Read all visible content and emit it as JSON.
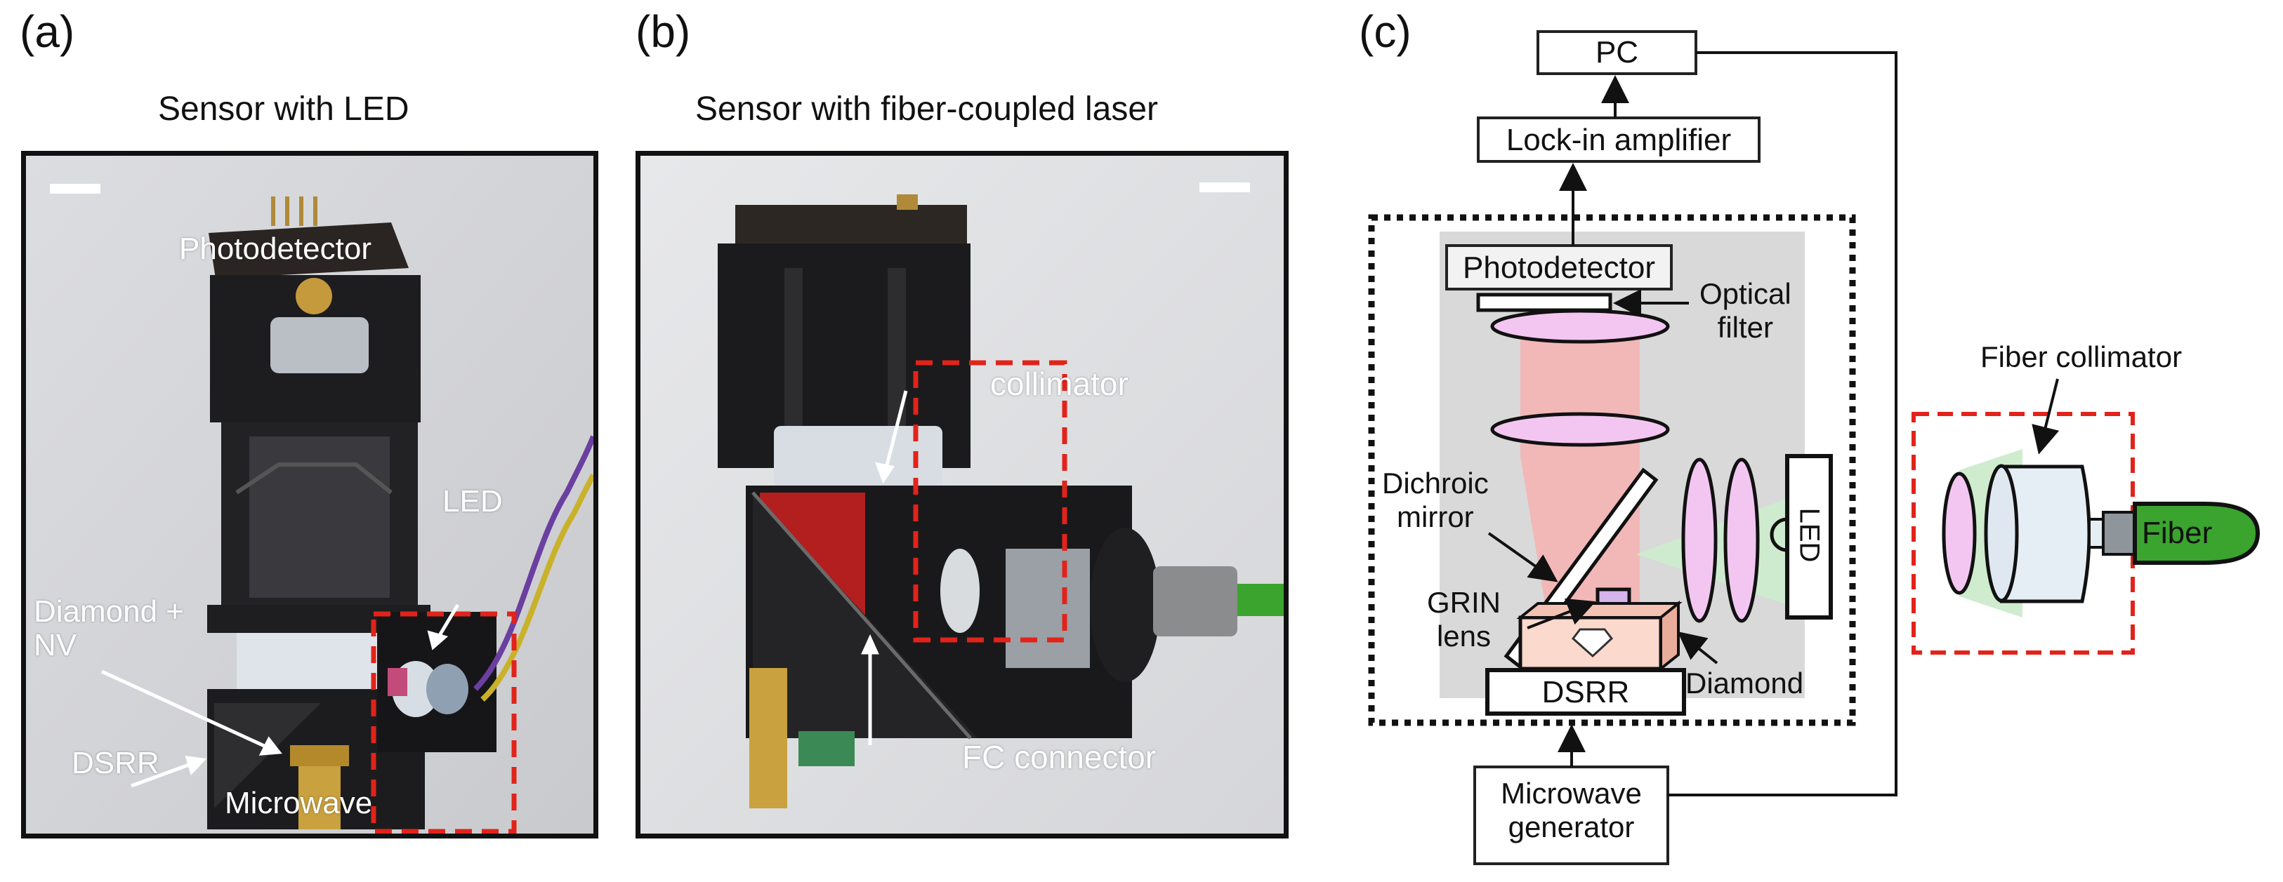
{
  "panel_a": {
    "letter": "(a)",
    "title": "Sensor with LED",
    "labels": {
      "photodetector": "Photodetector",
      "led": "LED",
      "diamond_nv": "Diamond +\nNV",
      "dsrr": "DSRR",
      "microwave": "Microwave"
    }
  },
  "panel_b": {
    "letter": "(b)",
    "title": "Sensor with fiber-coupled laser",
    "labels": {
      "collimator": "collimator",
      "fc_connector": "FC connector"
    }
  },
  "panel_c": {
    "letter": "(c)",
    "pc": "PC",
    "lock_in": "Lock-in amplifier",
    "photodetector": "Photodetector",
    "optical_filter": "Optical\nfilter",
    "dichroic_mirror": "Dichroic\nmirror",
    "grin_lens": "GRIN\nlens",
    "dsrr": "DSRR",
    "diamond": "Diamond",
    "led": "LED",
    "microwave_generator": "Microwave\ngenerator",
    "fiber_collimator": "Fiber collimator",
    "fiber": "Fiber"
  },
  "colors": {
    "red_dash": "#e2231a",
    "fiber_green": "#3aa42e",
    "lens_pink": "#f3c6f1",
    "housing_gray": "#d9d9d9",
    "beam_red": "#f4b3b3",
    "beam_green": "#cfeccf"
  }
}
